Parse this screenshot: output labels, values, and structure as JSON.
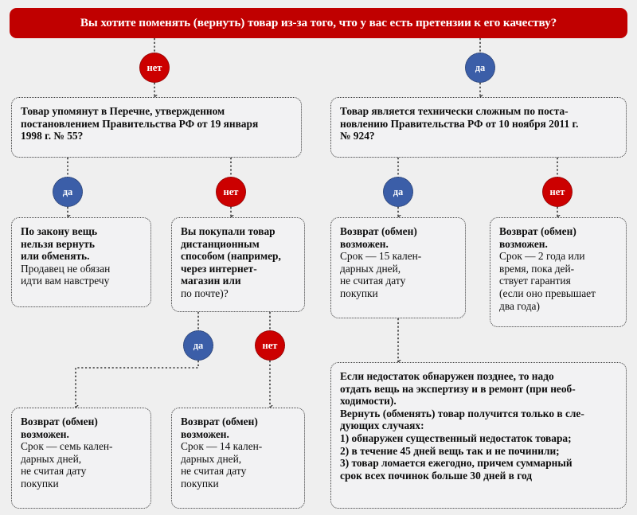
{
  "meta": {
    "background_color": "#efefef",
    "box_fill": "#f2f2f3",
    "box_border": "#3a3a3a",
    "yes_color": "#3b5ea8",
    "no_color": "#cc0000",
    "header_color": "#c00000",
    "header_text_color": "#ffffff"
  },
  "header": {
    "text": "Вы хотите поменять (вернуть) товар из-за того, что у вас есть претензии к его качеству?"
  },
  "labels": {
    "yes": "да",
    "no": "нет"
  },
  "branches": {
    "root_no": "нет",
    "root_yes": "да",
    "left_q1_yes": "да",
    "left_q1_no": "нет",
    "right_q1_yes": "да",
    "right_q1_no": "нет",
    "left_q2_yes": "да",
    "left_q2_no": "нет"
  },
  "nodes": {
    "q_left_list": {
      "name": "Товар упомянут в Перечне",
      "lines": [
        {
          "text": "Товар упомянут в Перечне, утвержденном",
          "bold": true
        },
        {
          "text": "постановлением Правительства РФ от 19 января",
          "bold": true
        },
        {
          "text": "1998 г. № 55?",
          "bold": true
        }
      ]
    },
    "q_right_technical": {
      "name": "Товар технически сложный",
      "lines": [
        {
          "text": "Товар является технически сложным по поста-",
          "bold": true
        },
        {
          "text": "новлению Правительства РФ от 10 ноября 2011 г.",
          "bold": true
        },
        {
          "text": "№ 924?",
          "bold": true
        }
      ]
    },
    "r_no_return": {
      "name": "Нельзя вернуть или обменять",
      "lines": [
        {
          "text": "По закону вещь",
          "bold": true
        },
        {
          "text": "нельзя вернуть",
          "bold": true
        },
        {
          "text": "или обменять.",
          "bold": true
        },
        {
          "text": "Продавец не обязан",
          "bold": false
        },
        {
          "text": "идти вам навстречу",
          "bold": false
        }
      ]
    },
    "q_remote_purchase": {
      "name": "Дистанционная покупка",
      "lines": [
        {
          "text": "Вы покупали товар",
          "bold": true
        },
        {
          "text": "дистанционным",
          "bold": true
        },
        {
          "text": "способом (например,",
          "bold": true
        },
        {
          "text": "через интернет-",
          "bold": true
        },
        {
          "text": "магазин или",
          "bold": true
        },
        {
          "text": "по почте)?",
          "bold": false
        }
      ]
    },
    "r_15_days": {
      "name": "Возврат 15 календарных дней",
      "lines": [
        {
          "text": "Возврат (обмен)",
          "bold": true
        },
        {
          "text": "возможен.",
          "bold": true
        },
        {
          "text": "Срок — 15 кален-",
          "bold": false
        },
        {
          "text": "дарных дней,",
          "bold": false
        },
        {
          "text": "не считая дату",
          "bold": false
        },
        {
          "text": "покупки",
          "bold": false
        }
      ]
    },
    "r_2_years": {
      "name": "Возврат 2 года или гарантия",
      "lines": [
        {
          "text": "Возврат (обмен)",
          "bold": true
        },
        {
          "text": "возможен.",
          "bold": true
        },
        {
          "text": "Срок — 2 года или",
          "bold": false
        },
        {
          "text": "время, пока дей-",
          "bold": false
        },
        {
          "text": "ствует гарантия",
          "bold": false
        },
        {
          "text": "(если оно превышает",
          "bold": false
        },
        {
          "text": "два года)",
          "bold": false
        }
      ]
    },
    "r_seven_days": {
      "name": "Возврат семь календарных дней",
      "lines": [
        {
          "text": "Возврат (обмен)",
          "bold": true
        },
        {
          "text": "возможен.",
          "bold": true
        },
        {
          "text": "Срок — семь кален-",
          "bold": false
        },
        {
          "text": "дарных дней,",
          "bold": false
        },
        {
          "text": "не считая дату",
          "bold": false
        },
        {
          "text": "покупки",
          "bold": false
        }
      ]
    },
    "r_14_days": {
      "name": "Возврат 14 календарных дней",
      "lines": [
        {
          "text": "Возврат (обмен)",
          "bold": true
        },
        {
          "text": "возможен.",
          "bold": true
        },
        {
          "text": "Срок — 14 кален-",
          "bold": false
        },
        {
          "text": "дарных дней,",
          "bold": false
        },
        {
          "text": "не считая дату",
          "bold": false
        },
        {
          "text": "покупки",
          "bold": false
        }
      ]
    },
    "r_late_defect": {
      "name": "Недостаток обнаружен позднее",
      "lines": [
        {
          "text": "Если недостаток обнаружен позднее, то надо",
          "bold": true
        },
        {
          "text": "отдать вещь на экспертизу и в ремонт (при необ-",
          "bold": true
        },
        {
          "text": "ходимости).",
          "bold": true
        },
        {
          "text": "Вернуть (обменять) товар получится только в сле-",
          "bold": true
        },
        {
          "text": "дующих случаях:",
          "bold": true
        },
        {
          "text": "1) обнаружен существенный недостаток товара;",
          "bold": true
        },
        {
          "text": "2) в течение 45 дней вещь так и не починили;",
          "bold": true
        },
        {
          "text": "3) товар ломается ежегодно, причем суммарный",
          "bold": true
        },
        {
          "text": "срок всех починок больше 30 дней в год",
          "bold": true
        }
      ]
    }
  }
}
